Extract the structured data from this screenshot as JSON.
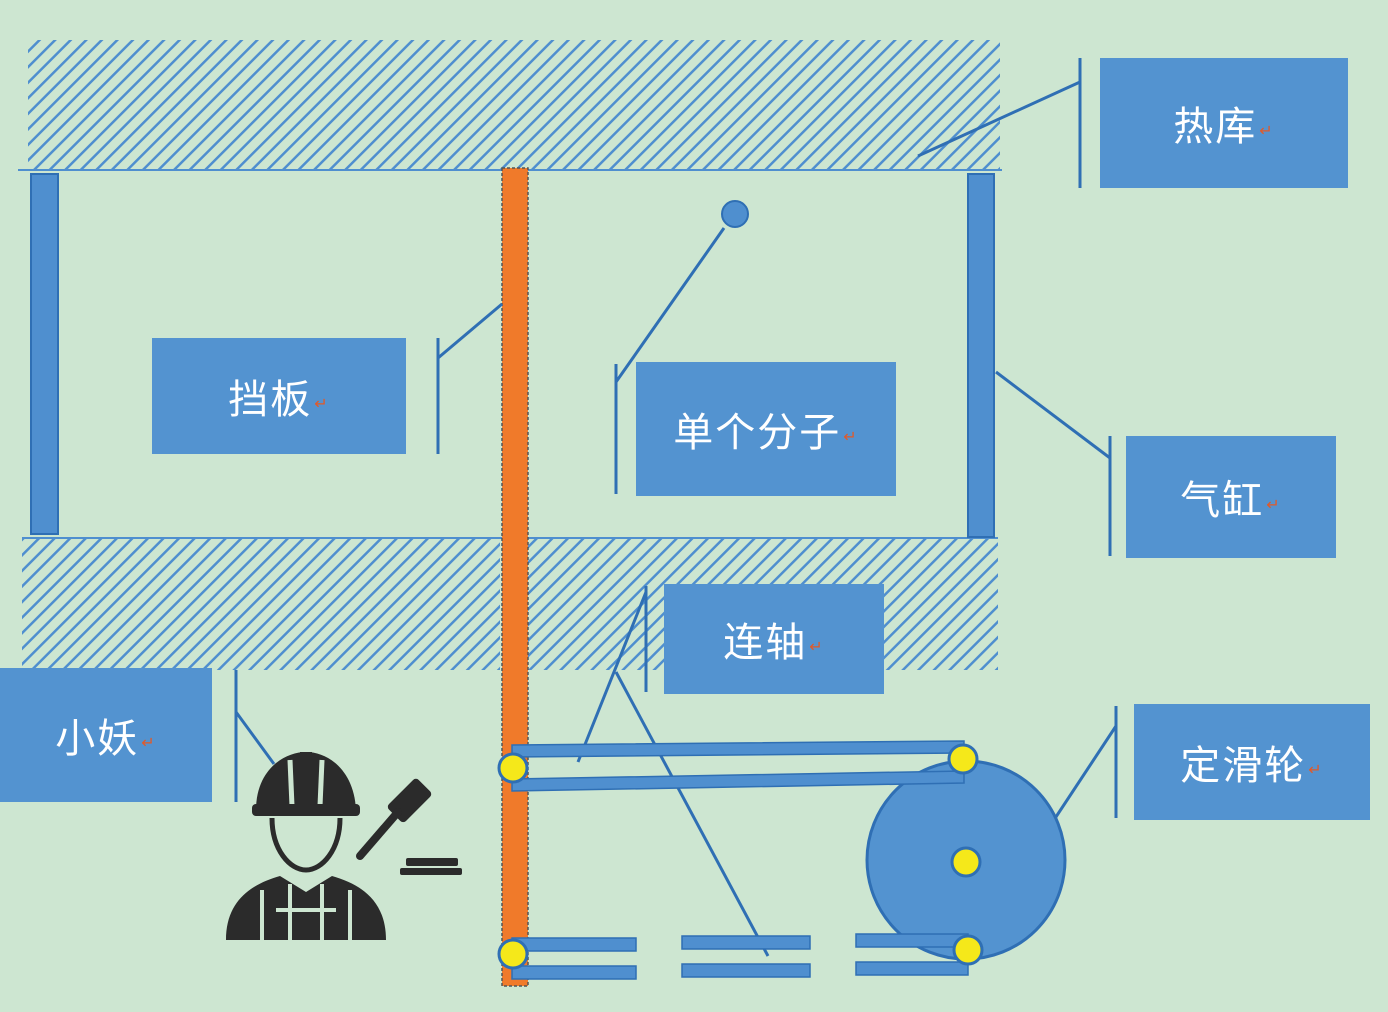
{
  "colors": {
    "background": "#cde6d1",
    "blue": "#4f8fcf",
    "dark_blue": "#2f6fb4",
    "box": "#5393d0",
    "rod": "#f07a2a",
    "joint": "#f5e81a",
    "worker": "#2b2b2b"
  },
  "labels": {
    "heat_reservoir": "热库",
    "baffle": "挡板",
    "single_molecule": "单个分子",
    "cylinder": "气缸",
    "connecting_rod": "连轴",
    "demon": "小妖",
    "fixed_pulley": "定滑轮",
    "return_mark": "↵"
  },
  "icons": {
    "worker": "worker-with-hammer-icon"
  }
}
